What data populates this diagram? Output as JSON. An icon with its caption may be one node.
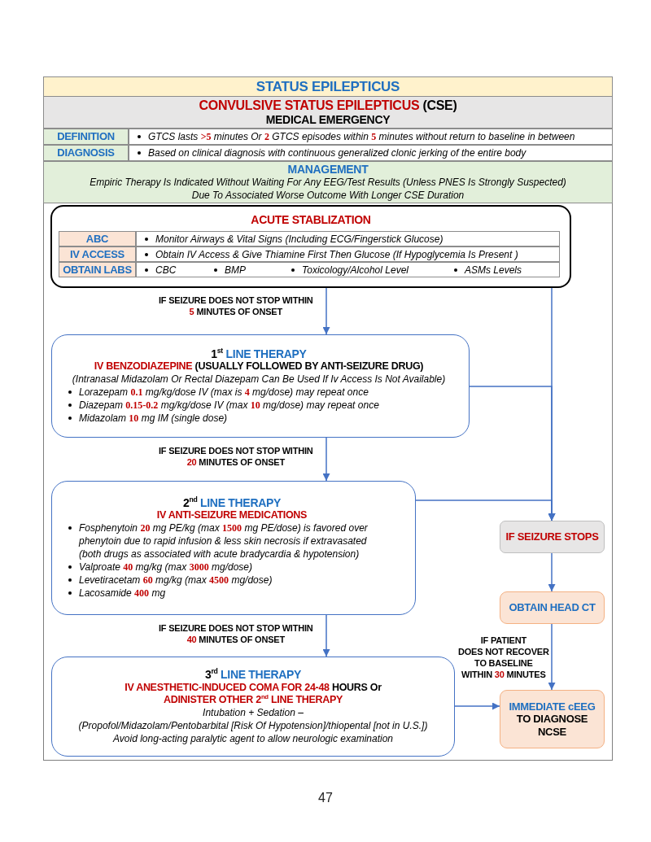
{
  "diagram": {
    "title": "STATUS EPILEPTICUS",
    "nodes": [
      {
        "text": [
          "CONVULSIVE STATUS EPILEPTICUS **(CSE)**",
          "MEDICAL EMERGENCY"
        ]
      },
      {
        "text": [
          "DEFINITION"
        ]
      },
      {
        "text": [
          "GTCS lasts **>5** minutes Or **2** GTCS episodes within **5** minutes without return to baseline in between"
        ]
      },
      {
        "text": [
          "DIAGNOSIS"
        ]
      },
      {
        "text": [
          "Based on clinical diagnosis with continuous generalized clonic jerking of the entire body"
        ]
      },
      {
        "text": [
          "MANAGEMENT",
          "Empiric Therapy Is Indicated Without Waiting For Any EEG/Test Results (Unless PNES Is Strongly Suspected) Due To Associated Worse Outcome With Longer CSE Duration"
        ]
      },
      {
        "text": [
          "ACUTE STABLIZATION"
        ]
      },
      {
        "text": [
          "ABC"
        ],
        "in": 6
      },
      {
        "text": [
          "Monitor Airways & Vital Signs (Including ECG/Fingerstick Glucose)"
        ],
        "in": 6
      },
      {
        "text": [
          "IV ACCESS"
        ],
        "in": 6
      },
      {
        "text": [
          "Obtain IV Access & Give Thiamine First Then Glucose (If Hypoglycemia Is Present )"
        ],
        "in": 6
      },
      {
        "text": [
          "OBTAIN LABS"
        ],
        "in": 6
      },
      {
        "text": [
          "CBC",
          "BMP",
          "Toxicology/Alcohol Level",
          "ASMs Levels"
        ],
        "in": 6
      },
      {
        "text": [
          "1$^{st}$ **LINE THERAPY**",
          "**IV BENZODIAZEPINE** (USUALLY FOLLOWED BY ANTI-SEIZURE DRUG)",
          "(Intranasal Midazolam Or Rectal Diazepam Can Be Used If Iv Access Is Not Available)",
          "Lorazepam **0.1** mg/kg/dose IV (max is **4** mg/dose) may repeat once",
          "Diazepam **0.15-0.2** mg/kg/dose IV (max **10** mg/dose) may repeat once",
          "Midazolam **10** mg IM (single dose)"
        ]
      },
      {
        "text": [
          "2$^{nd}$ **LINE THERAPY**",
          "IV ANTI-SEIZURE MEDICATIONS",
          "Fosphenytoin **20** mg PE/kg (max **1500** mg PE/dose) is favored over phenytoin due to rapid infusion & less skin necrosis if extravasated (both drugs as associated with acute bradycardia & hypotension)",
          "Valproate **40** mg/kg (max **3000** mg/dose)",
          "Levetiracetam **60** mg/kg (max **4500** mg/dose)",
          "Lacosamide **400** mg"
        ]
      },
      {
        "text": [
          "3$^{rd}$ **LINE THERAPY**",
          "IV ANESTHETIC-INDUCED COMA FOR 24-48 **HOURS Or** ADINISTER OTHER 2$^{nd}$ LINE THERAPY",
          "Intubation + Sedation –",
          "(Propofol/Midazolam/Pentobarbital [Risk Of Hypotension]/thiopental [not in U.S.])",
          "Avoid long-acting paralytic agent to allow neurologic examination"
        ]
      },
      {
        "text": [
          "IF SEIZURE STOPS"
        ]
      },
      {
        "text": [
          "OBTAIN HEAD CT"
        ]
      },
      {
        "text": [
          "IMMEDIATE cEEG",
          "TO DIAGNOSE NCSE"
        ]
      }
    ],
    "edges": [
      {
        "from": 6,
        "to": 13,
        "arrow": "to",
        "label": "IF SEIZURE DOES NOT STOP WITHIN **5** MINUTES OF ONSET"
      },
      {
        "from": 6,
        "to": 16,
        "arrow": "to"
      },
      {
        "from": 13,
        "to": 14,
        "arrow": "to",
        "label": "IF SEIZURE DOES NOT STOP WITHIN **20** MINUTES OF ONSET"
      },
      {
        "from": 13,
        "to": 16,
        "arrow": "to"
      },
      {
        "from": 14,
        "to": 15,
        "arrow": "to",
        "label": "IF SEIZURE DOES NOT STOP WITHIN **40** MINUTES OF ONSET"
      },
      {
        "from": 14,
        "to": 16,
        "arrow": "to"
      },
      {
        "from": 16,
        "to": 17,
        "arrow": "to"
      },
      {
        "from": 17,
        "to": 18,
        "arrow": "to",
        "label": "IF PATIENT DOES NOT RECOVER TO BASELINE WITHIN **30** MINUTES"
      },
      {
        "from": 15,
        "to": 18,
        "arrow": "to"
      }
    ],
    "labels": [
      "47"
    ]
  }
}
